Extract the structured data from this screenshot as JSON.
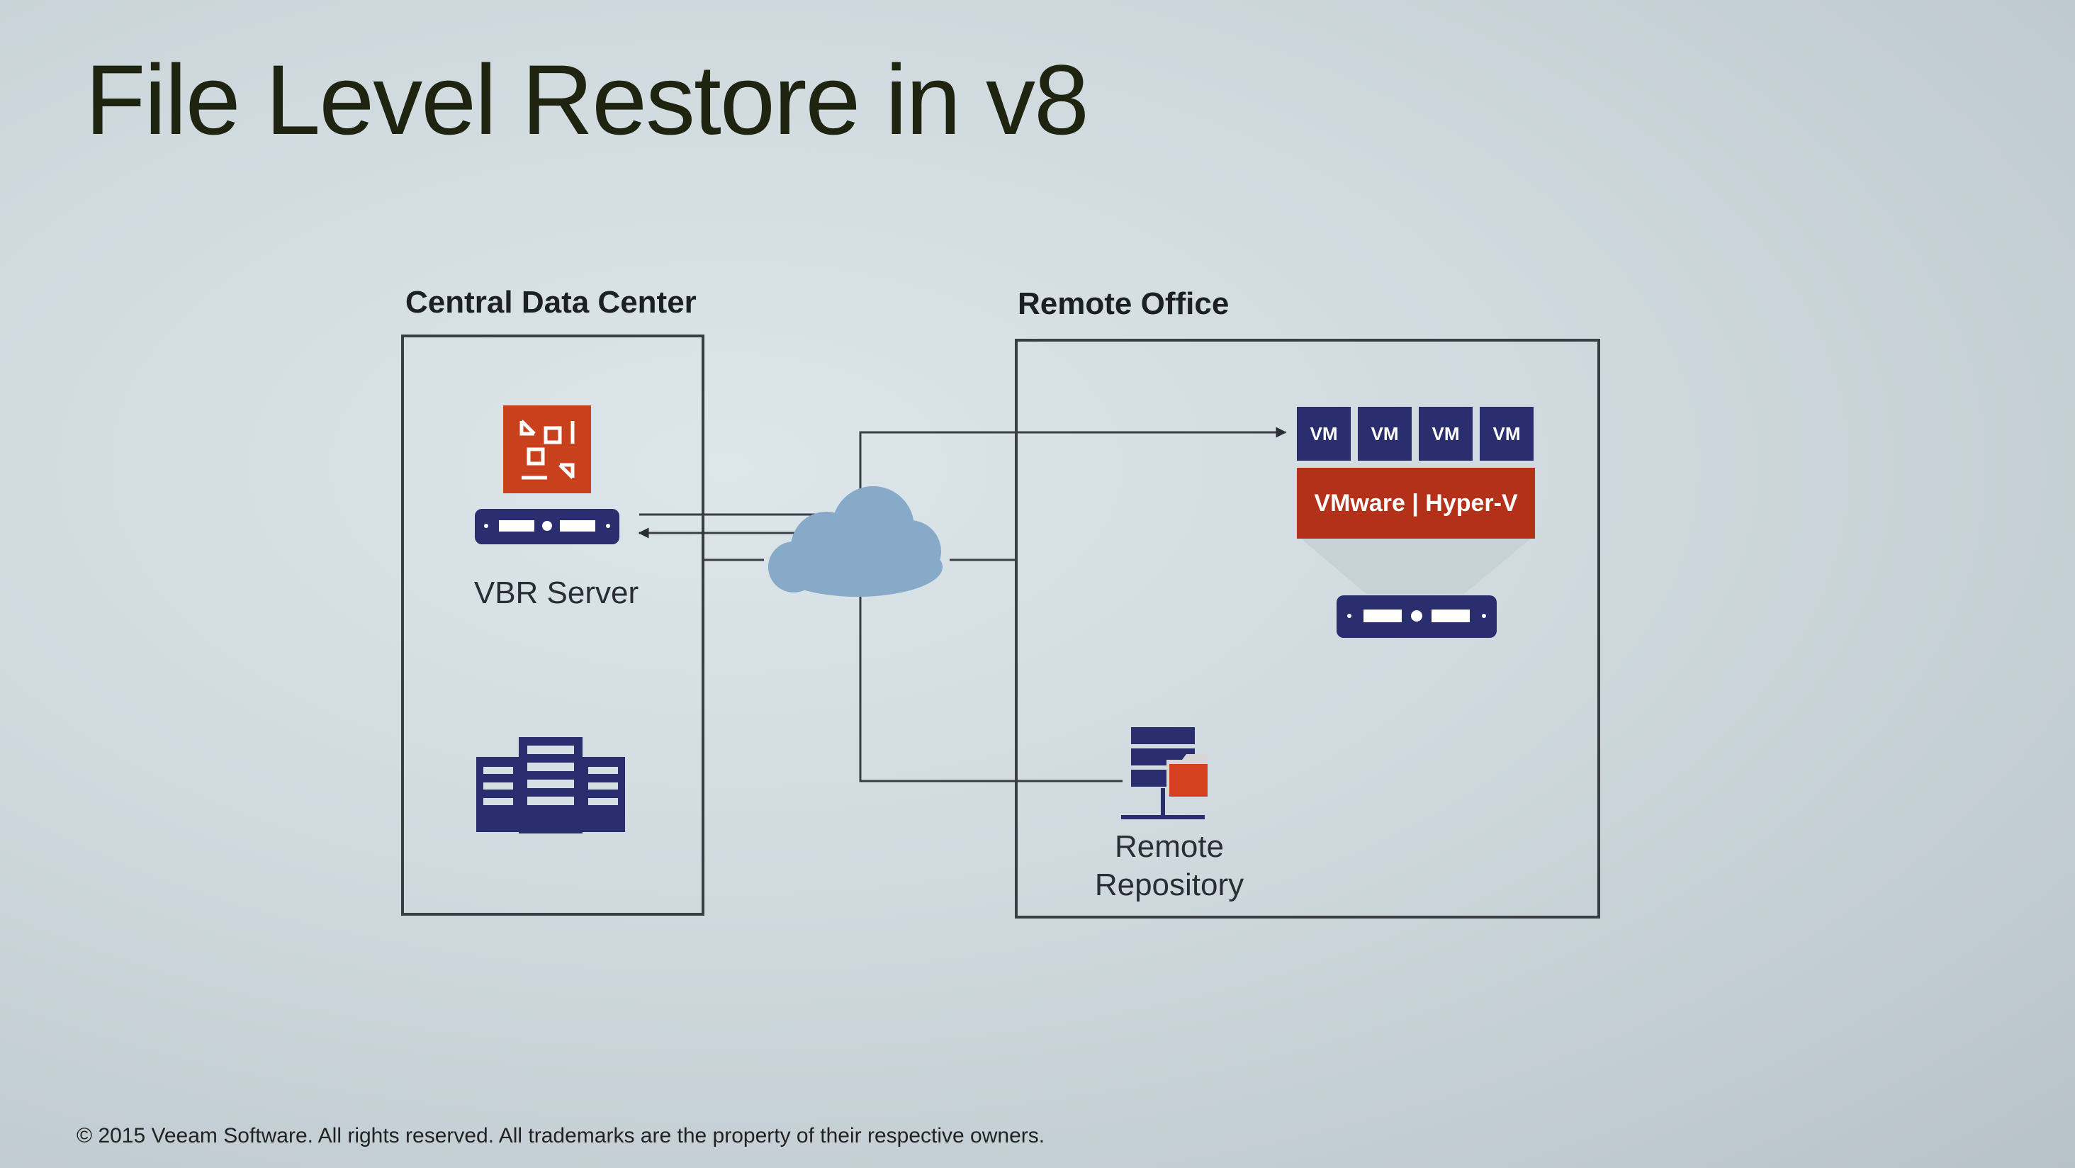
{
  "slide": {
    "title": "File Level Restore in v8",
    "footer": "© 2015 Veeam Software. All rights reserved. All trademarks are the property of their respective owners."
  },
  "diagram": {
    "central": {
      "label": "Central Data Center",
      "server_caption": "VBR Server",
      "icons": [
        "veeam-logo-icon",
        "server-icon",
        "server-rack-icon"
      ]
    },
    "remote": {
      "label": "Remote Office",
      "vms": [
        "VM",
        "VM",
        "VM",
        "VM"
      ],
      "hypervisor": "VMware | Hyper-V",
      "repository_caption_line1": "Remote",
      "repository_caption_line2": "Repository",
      "icons": [
        "server-icon",
        "repository-icon"
      ]
    },
    "network_icon": "cloud-icon",
    "colors": {
      "vm": "#2a2d6e",
      "hypervisor": "#b33118",
      "logo": "#c8401c",
      "server": "#2a2d6e",
      "cloud": "#87aac9",
      "lines": "#3a3d44"
    }
  }
}
